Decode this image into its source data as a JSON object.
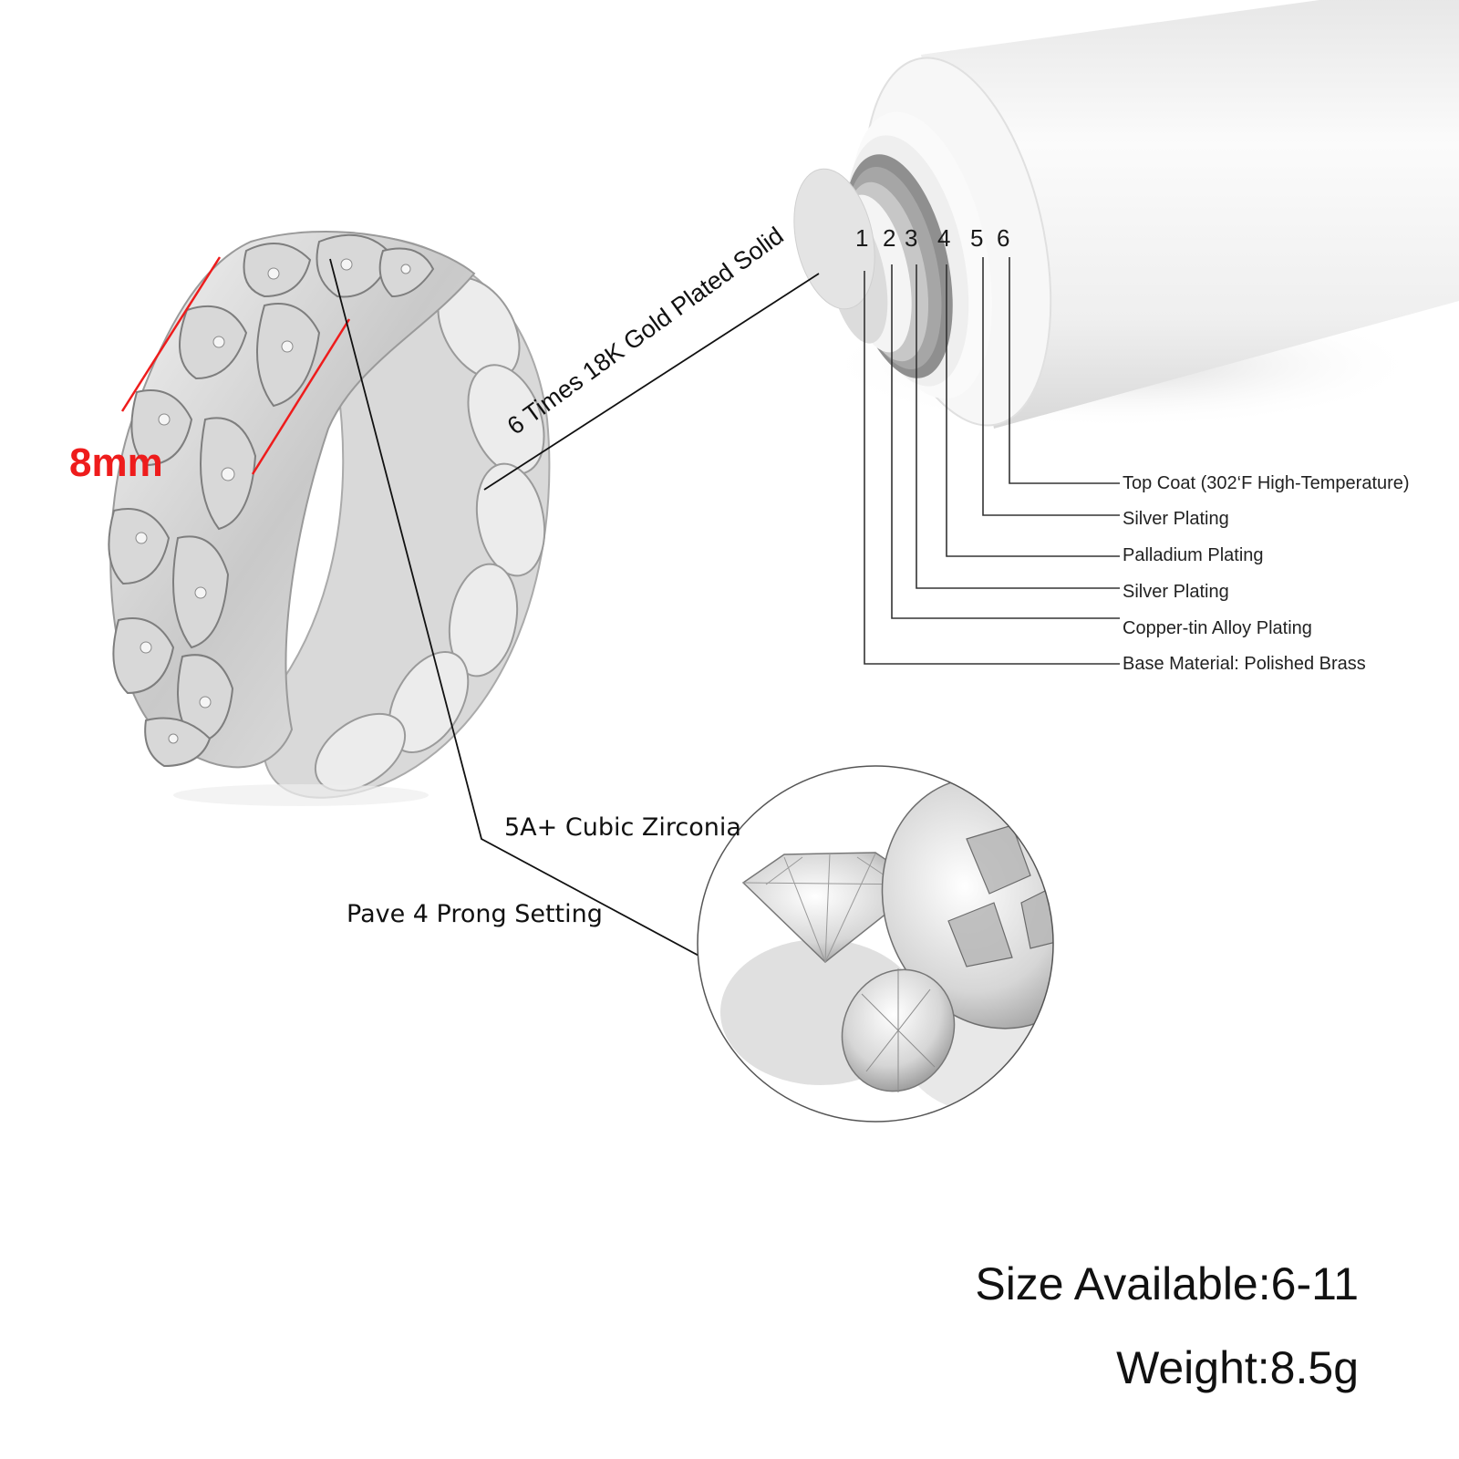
{
  "colors": {
    "background": "#ffffff",
    "text": "#111111",
    "dimension_red": "#ee1c1c",
    "cylinder_light": "#f2f2f2",
    "cylinder_mid": "#cfcfcf",
    "cylinder_dark": "#8a8a8a",
    "leader_line": "#333333"
  },
  "ring": {
    "description": "silver cuban link ring with pave cubic zirconia",
    "dimension_label": "8mm"
  },
  "callouts": {
    "plating": "6 Times 18K Gold Plated Solid",
    "stone": "5A+ Cubic Zirconia",
    "setting": "Pave 4 Prong Setting"
  },
  "plating_layers": {
    "numbers": [
      "1",
      "2",
      "3",
      "4",
      "5",
      "6"
    ],
    "labels": [
      "Top Coat (302‘F High-Temperature)",
      "Silver Plating",
      "Palladium Plating",
      "Silver Plating",
      "Copper-tin Alloy Plating",
      "Base Material: Polished Brass"
    ]
  },
  "specs": {
    "size": "Size Available:6-11",
    "weight": "Weight:8.5g"
  },
  "gems_image": {
    "description": "three cut cubic zirconia stones in a circular inset"
  }
}
